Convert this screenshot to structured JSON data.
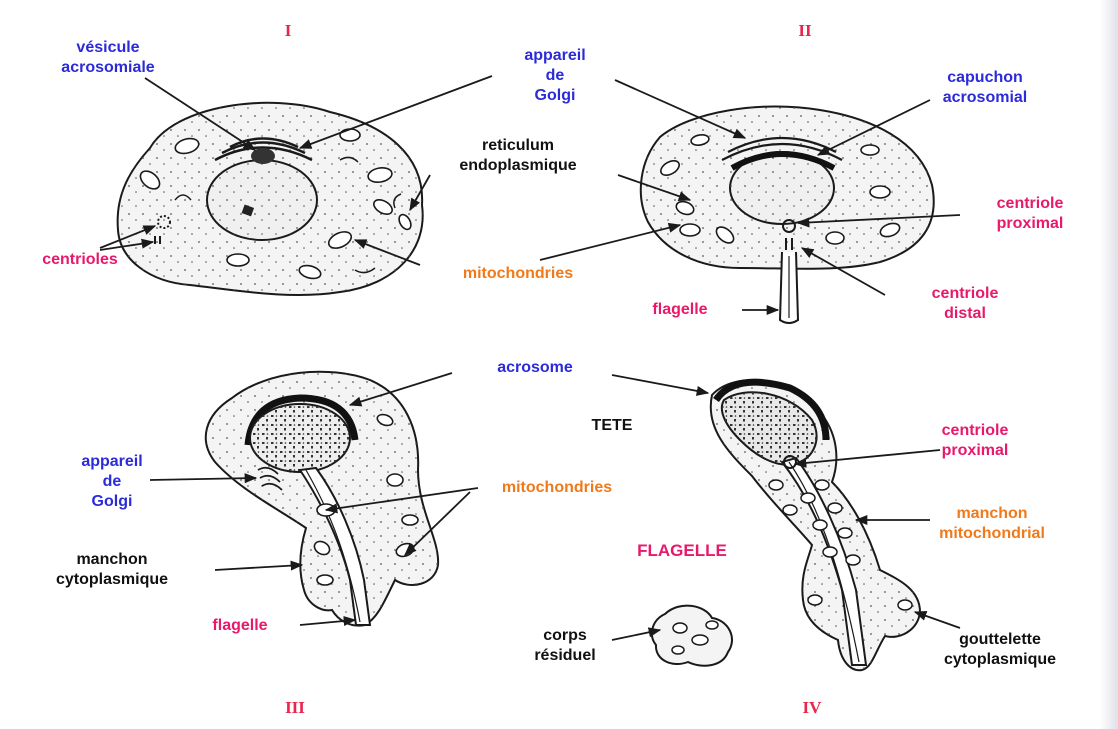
{
  "colors": {
    "stage": "#e8254a",
    "blue": "#2b2bd9",
    "pink": "#e8196b",
    "orange": "#f07a1a",
    "black": "#111111",
    "cell_fill": "#f4f4f4",
    "stroke": "#1a1a1a"
  },
  "stages": {
    "i": "I",
    "ii": "II",
    "iii": "III",
    "iv": "IV"
  },
  "labels": {
    "vesicule_1": "vésicule",
    "vesicule_2": "acrosomiale",
    "golgi_top_1": "appareil",
    "golgi_top_2": "de",
    "golgi_top_3": "Golgi",
    "capuchon_1": "capuchon",
    "capuchon_2": "acrosomial",
    "reticulum_1": "reticulum",
    "reticulum_2": "endoplasmique",
    "centrioles": "centrioles",
    "mitochondries_top": "mitochondries",
    "centriole_prox_ii_1": "centriole",
    "centriole_prox_ii_2": "proximal",
    "centriole_distal_1": "centriole",
    "centriole_distal_2": "distal",
    "flagelle_ii": "flagelle",
    "acrosome": "acrosome",
    "tete": "TETE",
    "golgi_iii_1": "appareil",
    "golgi_iii_2": "de",
    "golgi_iii_3": "Golgi",
    "mitochondries_iii": "mitochondries",
    "manchon_cyto_1": "manchon",
    "manchon_cyto_2": "cytoplasmique",
    "flagelle_iii": "flagelle",
    "flagelle_caps": "FLAGELLE",
    "centriole_prox_iv_1": "centriole",
    "centriole_prox_iv_2": "proximal",
    "manchon_mito_1": "manchon",
    "manchon_mito_2": "mitochondrial",
    "corps_1": "corps",
    "corps_2": "résiduel",
    "gouttelette_1": "gouttelette",
    "gouttelette_2": "cytoplasmique"
  }
}
